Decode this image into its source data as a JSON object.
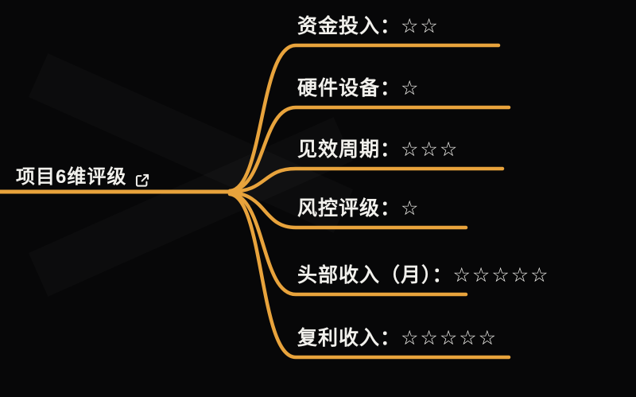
{
  "root": {
    "label": "项目6维评级",
    "icon": "external-link-icon"
  },
  "branches": [
    {
      "label": "资金投入：",
      "stars": "☆☆",
      "rating": 2
    },
    {
      "label": "硬件设备：",
      "stars": "☆",
      "rating": 1
    },
    {
      "label": "见效周期：",
      "stars": "☆☆☆",
      "rating": 3
    },
    {
      "label": "风控评级：",
      "stars": "☆",
      "rating": 1
    },
    {
      "label": "头部收入（月）：",
      "stars": "☆☆☆☆☆",
      "rating": 5
    },
    {
      "label": "复利收入：",
      "stars": "☆☆☆☆☆",
      "rating": 5
    }
  ],
  "colors": {
    "branch": "#E8A33C",
    "background": "#070708",
    "text": "#F1F0EC"
  }
}
